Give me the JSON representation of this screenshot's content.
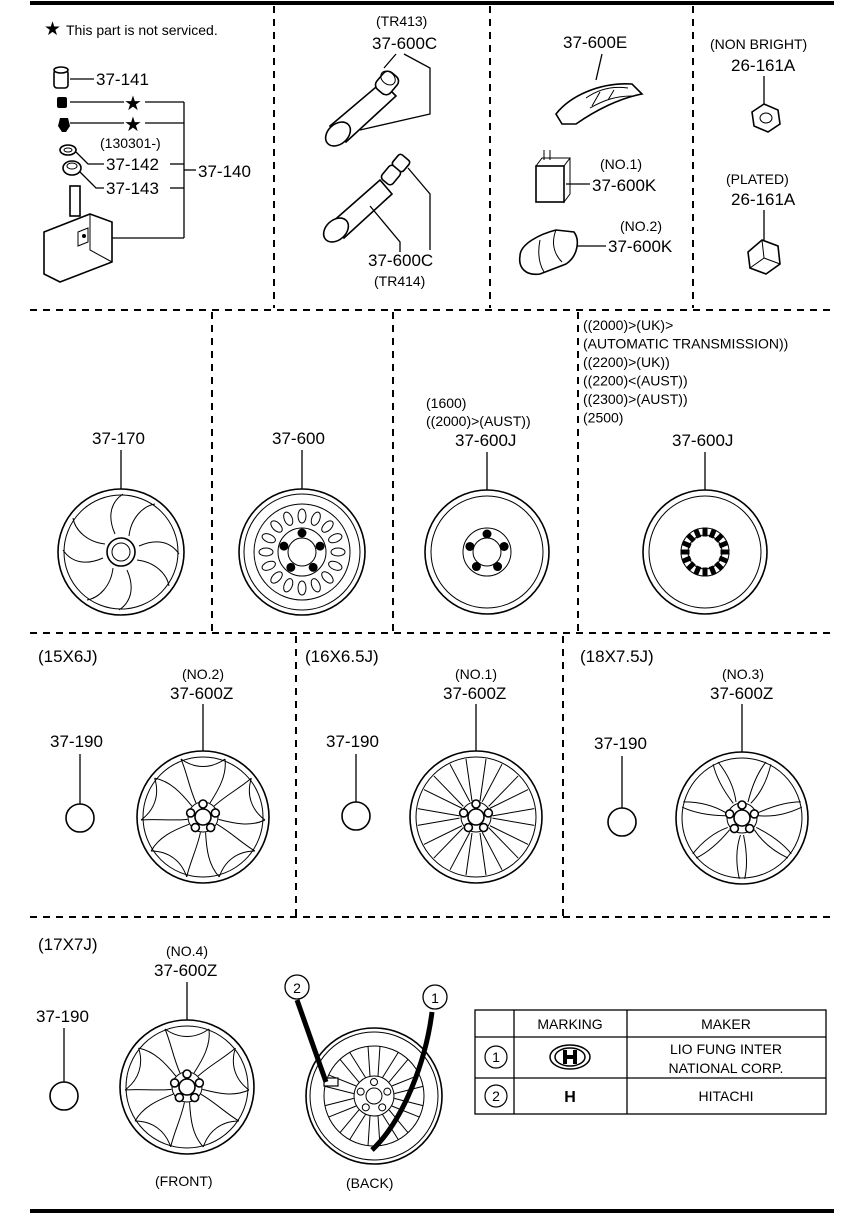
{
  "legend": {
    "note": "This part is not serviced."
  },
  "tpms": {
    "p141": "37-141",
    "p140": "37-140",
    "date": "(130301-)",
    "p142": "37-142",
    "p143": "37-143"
  },
  "valves": {
    "tr413_note": "(TR413)",
    "tr413_part": "37-600C",
    "tr414_part": "37-600C",
    "tr414_note": "(TR414)"
  },
  "weights": {
    "e_part": "37-600E",
    "k1_note": "(NO.1)",
    "k1_part": "37-600K",
    "k2_note": "(NO.2)",
    "k2_part": "37-600K"
  },
  "nuts": {
    "nonbright_note": "(NON BRIGHT)",
    "nonbright_part": "26-161A",
    "plated_note": "(PLATED)",
    "plated_part": "26-161A"
  },
  "row2": {
    "cover_part": "37-170",
    "steel_part": "37-600",
    "spare1_note1": "(1600)",
    "spare1_note2": "((2000)>(AUST))",
    "spare1_part": "37-600J",
    "spare2_notes": [
      "((2000)>(UK)>",
      "(AUTOMATIC TRANSMISSION))",
      "((2200)>(UK))",
      "((2200)<(AUST))",
      "((2300)>(AUST))",
      "(2500)"
    ],
    "spare2_part": "37-600J"
  },
  "row3": {
    "size1": "(15X6J)",
    "cap1": "37-190",
    "no1": "(NO.2)",
    "part1": "37-600Z",
    "size2": "(16X6.5J)",
    "cap2": "37-190",
    "no2": "(NO.1)",
    "part2": "37-600Z",
    "size3": "(18X7.5J)",
    "cap3": "37-190",
    "no3": "(NO.3)",
    "part3": "37-600Z"
  },
  "row4": {
    "size": "(17X7J)",
    "cap": "37-190",
    "no": "(NO.4)",
    "part": "37-600Z",
    "front": "(FRONT)",
    "back": "(BACK)",
    "callout1": "1",
    "callout2": "2"
  },
  "maker_table": {
    "headers": [
      "MARKING",
      "MAKER"
    ],
    "rows": [
      {
        "num": "1",
        "marking": "",
        "maker_line1": "LIO FUNG INTER",
        "maker_line2": "NATIONAL CORP."
      },
      {
        "num": "2",
        "marking": "H",
        "maker_line1": "HITACHI",
        "maker_line2": ""
      }
    ]
  }
}
